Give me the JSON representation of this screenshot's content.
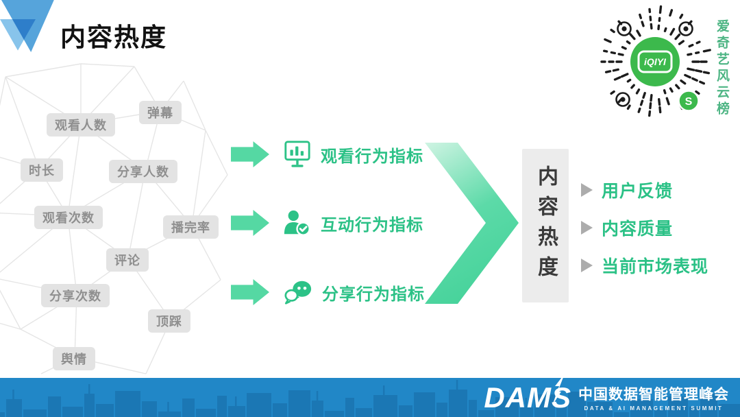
{
  "header": {
    "title": "内容热度"
  },
  "qr": {
    "caption": "爱奇艺风云榜",
    "logo_text": "iQIYI",
    "badge_glyph": "S"
  },
  "mesh": {
    "metrics": [
      "观看人数",
      "弹幕",
      "时长",
      "分享人数",
      "观看次数",
      "播完率",
      "评论",
      "分享次数",
      "顶踩",
      "舆情"
    ]
  },
  "indicators": [
    {
      "icon": "chart-board-icon",
      "label": "观看行为指标"
    },
    {
      "icon": "user-check-icon",
      "label": "互动行为指标"
    },
    {
      "icon": "chat-bubbles-icon",
      "label": "分享行为指标"
    }
  ],
  "result": {
    "label": "内容热度"
  },
  "outcomes": [
    "用户反馈",
    "内容质量",
    "当前市场表现"
  ],
  "footer": {
    "logo": "DAMS",
    "title_cn": "中国数据智能管理峰会",
    "subtitle_en": "DATA & AI MANAGEMENT SUMMIT"
  },
  "colors": {
    "accent_green": "#2bc186",
    "mint_arrow": "#55d8a3",
    "footer_blue": "#2187c7",
    "logo_blue": "#4d9fd9",
    "qiyi_green": "#3cb94c",
    "label_gray_bg": "#e3e3e3",
    "label_gray_text": "#8f8f8f"
  }
}
